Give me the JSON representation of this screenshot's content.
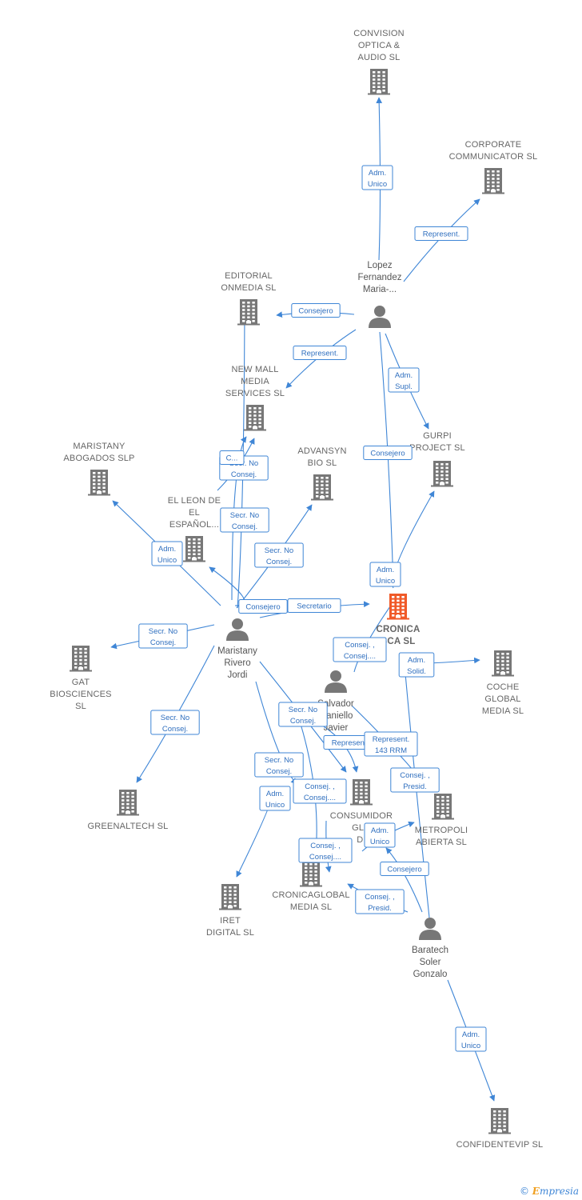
{
  "colors": {
    "company": "#777777",
    "main_company": "#f05a28",
    "person": "#777777",
    "edge": "#3f86d6"
  },
  "companies": [
    {
      "id": "convision",
      "lines": [
        "CONVISION",
        "OPTICA &",
        "AUDIO  SL"
      ],
      "main": false
    },
    {
      "id": "corporate",
      "lines": [
        "CORPORATE",
        "COMMUNICATOR SL"
      ],
      "main": false
    },
    {
      "id": "editorial",
      "lines": [
        "EDITORIAL",
        "ONMEDIA  SL"
      ],
      "main": false
    },
    {
      "id": "newmall",
      "lines": [
        "NEW MALL",
        "MEDIA",
        "SERVICES  SL"
      ],
      "main": false
    },
    {
      "id": "maristany_abog",
      "lines": [
        "MARISTANY",
        "ABOGADOS  SLP"
      ],
      "main": false
    },
    {
      "id": "advansyn",
      "lines": [
        "ADVANSYN",
        "BIO  SL"
      ],
      "main": false
    },
    {
      "id": "gurpi",
      "lines": [
        "GURPI",
        "PROJECT  SL"
      ],
      "main": false
    },
    {
      "id": "elleon",
      "lines": [
        "EL LEON DE",
        "EL",
        "ESPAÑOL..."
      ],
      "main": false
    },
    {
      "id": "cronica",
      "lines": [
        "CRONICA",
        "SCA  SL"
      ],
      "main": true
    },
    {
      "id": "gat",
      "lines": [
        "GAT",
        "BIOSCIENCES",
        "SL"
      ],
      "main": false
    },
    {
      "id": "coche",
      "lines": [
        "COCHE",
        "GLOBAL",
        "MEDIA  SL"
      ],
      "main": false
    },
    {
      "id": "greenaltech",
      "lines": [
        "GREENALTECH SL"
      ],
      "main": false
    },
    {
      "id": "consumidor",
      "lines": [
        "CONSUMIDOR",
        "GLO",
        "DI"
      ],
      "main": false
    },
    {
      "id": "metropoli",
      "lines": [
        "METROPOLI",
        "ABIERTA  SL"
      ],
      "main": false
    },
    {
      "id": "iret",
      "lines": [
        "IRET",
        "DIGITAL  SL"
      ],
      "main": false
    },
    {
      "id": "cronicaglobal",
      "lines": [
        "CRONICAGLOBAL",
        "MEDIA  SL"
      ],
      "main": false
    },
    {
      "id": "confidentevip",
      "lines": [
        "CONFIDENTEVIP SL"
      ],
      "main": false
    }
  ],
  "persons": [
    {
      "id": "lopez",
      "lines": [
        "Lopez",
        "Fernandez",
        "Maria-..."
      ]
    },
    {
      "id": "maristany",
      "lines": [
        "Maristany",
        "Rivero",
        "Jordi"
      ]
    },
    {
      "id": "salvador",
      "lines": [
        "Salvador",
        "Maniello",
        "Javier"
      ]
    },
    {
      "id": "baratech",
      "lines": [
        "Baratech",
        "Soler",
        "Gonzalo"
      ]
    }
  ],
  "relations": [
    {
      "id": "r1",
      "lines": [
        "Adm.",
        "Unico"
      ]
    },
    {
      "id": "r2",
      "lines": [
        "Represent."
      ]
    },
    {
      "id": "r3",
      "lines": [
        "Consejero"
      ]
    },
    {
      "id": "r4",
      "lines": [
        "Represent."
      ]
    },
    {
      "id": "r5",
      "lines": [
        "Adm.",
        "Supl."
      ]
    },
    {
      "id": "r6",
      "lines": [
        "Consejero"
      ]
    },
    {
      "id": "r7",
      "lines": [
        "Adm.",
        "Unico"
      ]
    },
    {
      "id": "r8",
      "lines": [
        "Adm.",
        "Unico"
      ]
    },
    {
      "id": "r9",
      "lines": [
        "Secr.  No",
        "Consej."
      ]
    },
    {
      "id": "r10",
      "lines": [
        "C..."
      ]
    },
    {
      "id": "r11",
      "lines": [
        "Secr.  No",
        "Consej."
      ]
    },
    {
      "id": "r12",
      "lines": [
        "Secr.  No",
        "Consej."
      ]
    },
    {
      "id": "r13",
      "lines": [
        "Consejero"
      ]
    },
    {
      "id": "r14",
      "lines": [
        "Secretario"
      ]
    },
    {
      "id": "r15",
      "lines": [
        "Secr.  No",
        "Consej."
      ]
    },
    {
      "id": "r16",
      "lines": [
        "Consej. ,",
        "Consej...."
      ]
    },
    {
      "id": "r17",
      "lines": [
        "Adm.",
        "Solid."
      ]
    },
    {
      "id": "r18",
      "lines": [
        "Secr.  No",
        "Consej."
      ]
    },
    {
      "id": "r19",
      "lines": [
        "Secr.  No",
        "Consej."
      ]
    },
    {
      "id": "r20",
      "lines": [
        "Represent."
      ]
    },
    {
      "id": "r21",
      "lines": [
        "Represent.",
        "143 RRM"
      ]
    },
    {
      "id": "r22",
      "lines": [
        "Secr.  No",
        "Consej."
      ]
    },
    {
      "id": "r23",
      "lines": [
        "Consej. ,",
        "Presid."
      ]
    },
    {
      "id": "r24",
      "lines": [
        "Consej. ,",
        "Consej...."
      ]
    },
    {
      "id": "r25",
      "lines": [
        "Adm.",
        "Unico"
      ]
    },
    {
      "id": "r26",
      "lines": [
        "Adm.",
        "Unico"
      ]
    },
    {
      "id": "r27",
      "lines": [
        "Consej. ,",
        "Consej...."
      ]
    },
    {
      "id": "r28",
      "lines": [
        "Consejero"
      ]
    },
    {
      "id": "r29",
      "lines": [
        "Consej. ,",
        "Presid."
      ]
    },
    {
      "id": "r30",
      "lines": [
        "Adm.",
        "Unico"
      ]
    }
  ],
  "footer": {
    "copyright": "©",
    "brand_initial": "E",
    "brand_rest": "mpresia"
  }
}
